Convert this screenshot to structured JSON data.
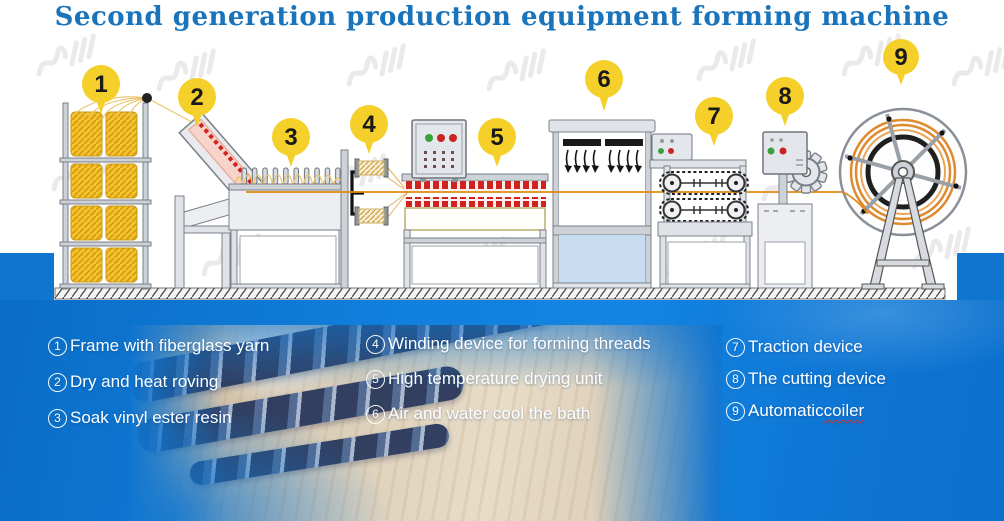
{
  "title": "Second generation production equipment forming machine",
  "markers": [
    "1",
    "2",
    "3",
    "4",
    "5",
    "6",
    "7",
    "8",
    "9"
  ],
  "legend": {
    "columns": [
      {
        "items": [
          {
            "num": "1",
            "label": "Frame with fiberglass yarn"
          },
          {
            "num": "2",
            "label": "Dry and heat roving"
          },
          {
            "num": "3",
            "label": "Soak vinyl ester resin"
          }
        ]
      },
      {
        "items": [
          {
            "num": "4",
            "label": "Winding device for forming threads"
          },
          {
            "num": "5",
            "label": "High temperature drying unit"
          },
          {
            "num": "6",
            "label": "Air and water cool the bath"
          }
        ]
      },
      {
        "items": [
          {
            "num": "7",
            "label": "Traction device"
          },
          {
            "num": "8",
            "label": "The cutting device"
          },
          {
            "num": "9",
            "label": "Automatic ",
            "label_wavy": "coiler"
          }
        ]
      }
    ]
  },
  "colors": {
    "title_blue": "#1a74bb",
    "band_blue": "#0f76d0",
    "marker_yellow": "#f5d02b",
    "thread_orange": "#e08a12",
    "heater_red": "#d0231f",
    "water_blue": "#c9ddf2",
    "spool_yellow": "#f3c42c"
  }
}
